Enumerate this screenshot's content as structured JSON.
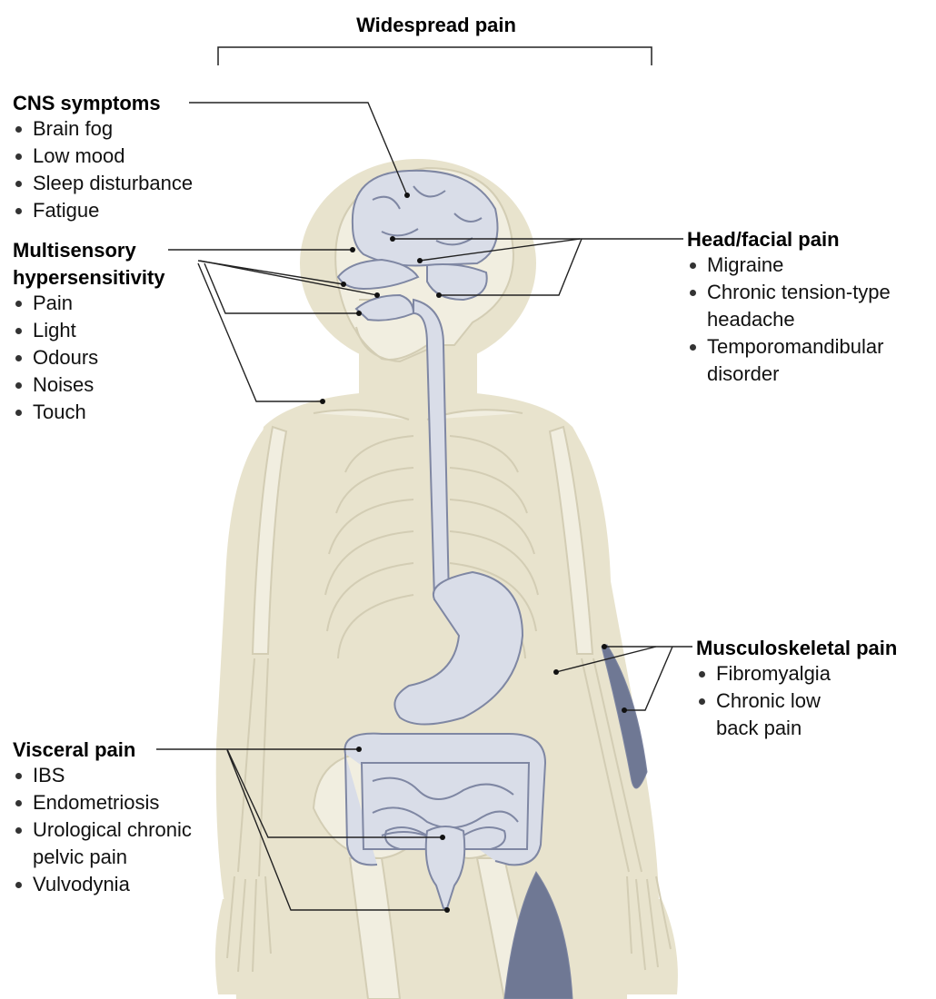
{
  "figure": {
    "title": "Widespread pain",
    "colors": {
      "silhouette": "#e8e3cd",
      "bone": "#f1eee0",
      "bone_line": "#d3cdb4",
      "organ": "#d9dde8",
      "organ_line": "#7f87a3",
      "muscle": "#6f7894",
      "leader": "#222222"
    }
  },
  "groups": {
    "cns": {
      "heading": "CNS symptoms",
      "items": [
        "Brain fog",
        "Low mood",
        "Sleep disturbance",
        "Fatigue"
      ]
    },
    "multisensory": {
      "heading_line1": "Multisensory",
      "heading_line2": "hypersensitivity",
      "items": [
        "Pain",
        "Light",
        "Odours",
        "Noises",
        "Touch"
      ]
    },
    "head": {
      "heading": "Head/facial pain",
      "items": [
        "Migraine",
        "Chronic tension-type headache",
        "Temporomandibular disorder"
      ]
    },
    "musculo": {
      "heading": "Musculoskeletal pain",
      "items": [
        "Fibromyalgia",
        "Chronic low back pain"
      ]
    },
    "visceral": {
      "heading": "Visceral pain",
      "items": [
        "IBS",
        "Endometriosis",
        "Urological chronic pelvic pain",
        "Vulvodynia"
      ]
    }
  }
}
